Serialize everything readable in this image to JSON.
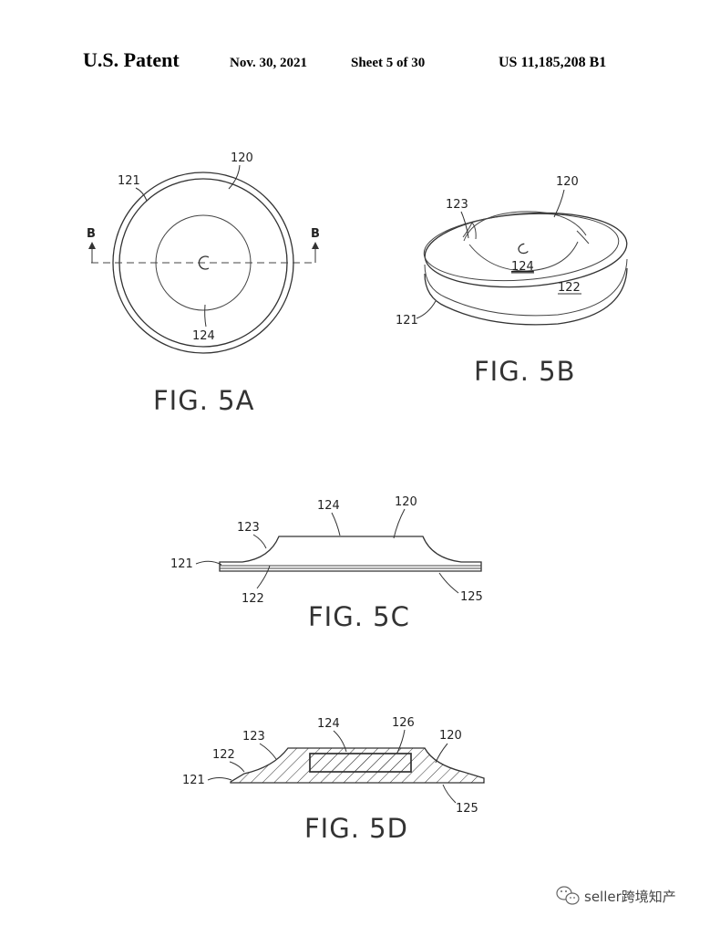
{
  "header": {
    "left": "U.S. Patent",
    "date": "Nov. 30, 2021",
    "sheet": "Sheet 5 of 30",
    "number": "US 11,185,208 B1"
  },
  "fig5a": {
    "caption": "FIG. 5A",
    "section_left": "B",
    "section_right": "B",
    "ref_120": "120",
    "ref_121": "121",
    "ref_124": "124"
  },
  "fig5b": {
    "caption": "FIG. 5B",
    "ref_120": "120",
    "ref_121": "121",
    "ref_122": "122",
    "ref_123": "123",
    "ref_124": "124"
  },
  "fig5c": {
    "caption": "FIG. 5C",
    "ref_120": "120",
    "ref_121": "121",
    "ref_122": "122",
    "ref_123": "123",
    "ref_124": "124",
    "ref_125": "125"
  },
  "fig5d": {
    "caption": "FIG. 5D",
    "ref_120": "120",
    "ref_121": "121",
    "ref_122": "122",
    "ref_123": "123",
    "ref_124": "124",
    "ref_125": "125",
    "ref_126": "126"
  },
  "watermark": {
    "icon": "wechat-icon",
    "text": "seller跨境知产"
  }
}
